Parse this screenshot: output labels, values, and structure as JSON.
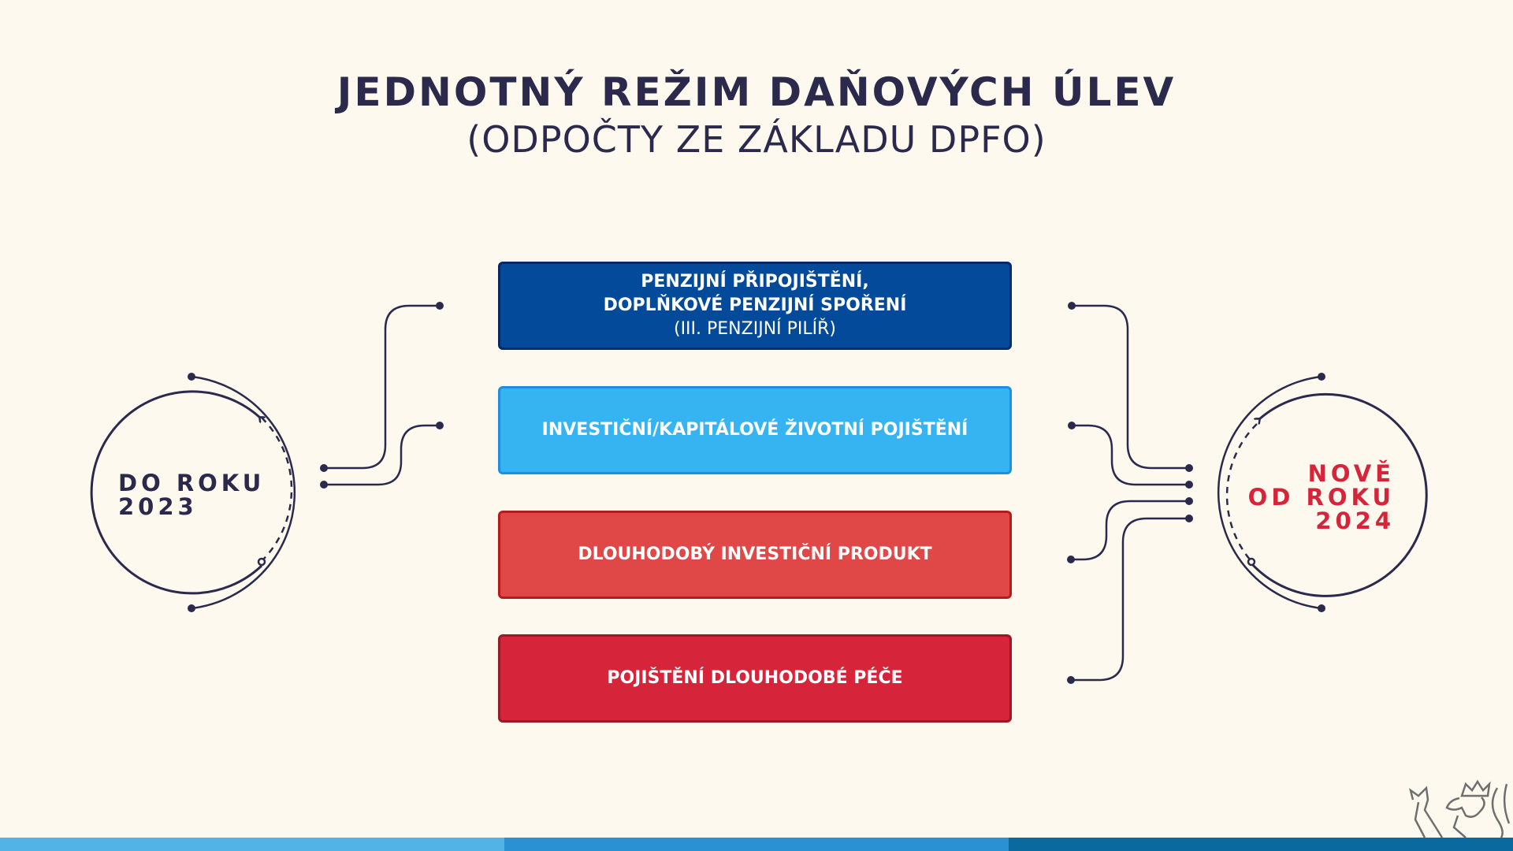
{
  "header": {
    "title": "JEDNOTNÝ REŽIM DAŇOVÝCH ÚLEV",
    "subtitle": "(ODPOČTY ZE ZÁKLADU DPFO)"
  },
  "left_circle": {
    "line1": "DO ROKU",
    "line2": "2023"
  },
  "right_circle": {
    "line1": "NOVĚ",
    "line2": "OD ROKU",
    "line3": "2024"
  },
  "boxes": [
    {
      "line1": "PENZIJNÍ PŘIPOJIŠTĚNÍ,",
      "line2": "DOPLŇKOVÉ PENZIJNÍ SPOŘENÍ",
      "line3": "(III. PENZIJNÍ PILÍŘ)",
      "color": "#034a9a"
    },
    {
      "label": "INVESTIČNÍ/KAPITÁLOVÉ ŽIVOTNÍ POJIŠTĚNÍ",
      "color": "#36b4f1"
    },
    {
      "label": "DLOUHODOBÝ INVESTIČNÍ PRODUKT",
      "color": "#e04848"
    },
    {
      "label": "POJIŠTĚNÍ DLOUHODOBÉ PÉČE",
      "color": "#d6243a"
    }
  ],
  "colors": {
    "navy": "#2b2a4c",
    "red": "#d6243a",
    "background": "#fef9ee"
  }
}
